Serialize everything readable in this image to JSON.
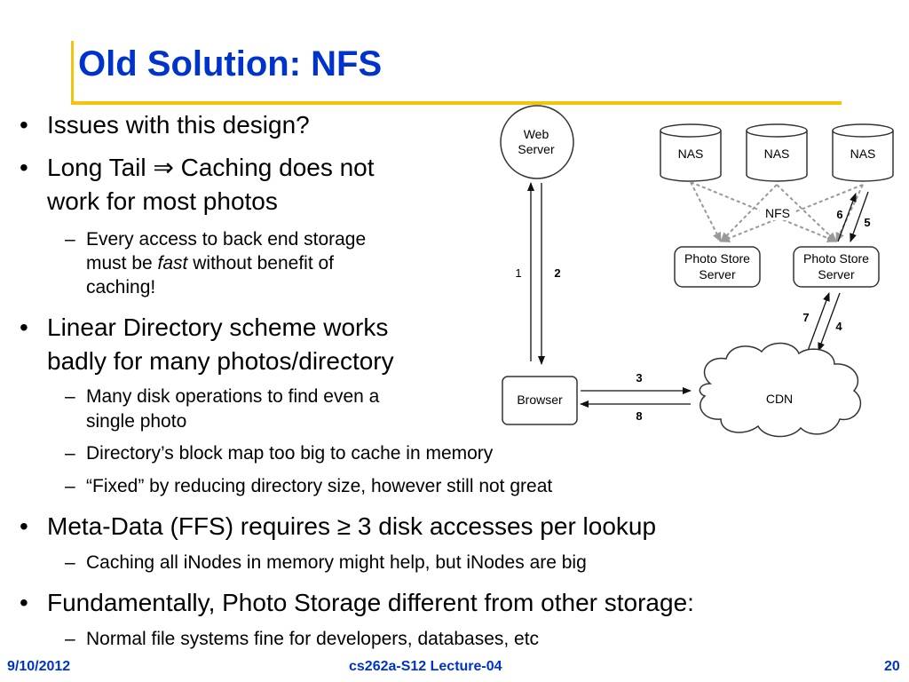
{
  "title": "Old Solution: NFS",
  "bullets": {
    "b1": "Issues with this design?",
    "b2_part1": "Long Tail ",
    "b2_arrow": "⇒",
    "b2_part2": " Caching does not",
    "b2_line2": "work for most photos",
    "b2_sub1_line1": "Every access to back end storage",
    "b2_sub1_line2_pre": "must be ",
    "b2_sub1_line2_em": "fast",
    "b2_sub1_line2_post": " without benefit of",
    "b2_sub1_line3": "caching!",
    "b3_line1": "Linear Directory scheme works",
    "b3_line2": "badly for many photos/directory",
    "b3_sub1_line1": "Many disk operations to find even a",
    "b3_sub1_line2": "single photo",
    "b3_sub2": "Directory’s block map too big to cache in memory",
    "b3_sub3": "“Fixed” by reducing directory size, however still not great",
    "b4": "Meta-Data (FFS) requires ≥ 3 disk accesses per lookup",
    "b4_sub1": "Caching all iNodes in memory might help, but iNodes are big",
    "b5": "Fundamentally, Photo Storage different from other storage:",
    "b5_sub1": "Normal file systems fine for developers, databases, etc"
  },
  "bullet_glyph": "•",
  "dash_glyph": "–",
  "diagram": {
    "web_server_line1": "Web",
    "web_server_line2": "Server",
    "nas1": "NAS",
    "nas2": "NAS",
    "nas3": "NAS",
    "nfs": "NFS",
    "pss1_line1": "Photo Store",
    "pss1_line2": "Server",
    "pss2_line1": "Photo Store",
    "pss2_line2": "Server",
    "browser": "Browser",
    "cdn": "CDN",
    "step1": "1",
    "step2": "2",
    "step3": "3",
    "step4": "4",
    "step5": "5",
    "step6": "6",
    "step7": "7",
    "step8": "8"
  },
  "footer": {
    "date": "9/10/2012",
    "course": "cs262a-S12 Lecture-04",
    "page": "20"
  },
  "colors": {
    "title": "#0033cc",
    "rule": "#f2c50a",
    "footer": "#0033cc"
  }
}
